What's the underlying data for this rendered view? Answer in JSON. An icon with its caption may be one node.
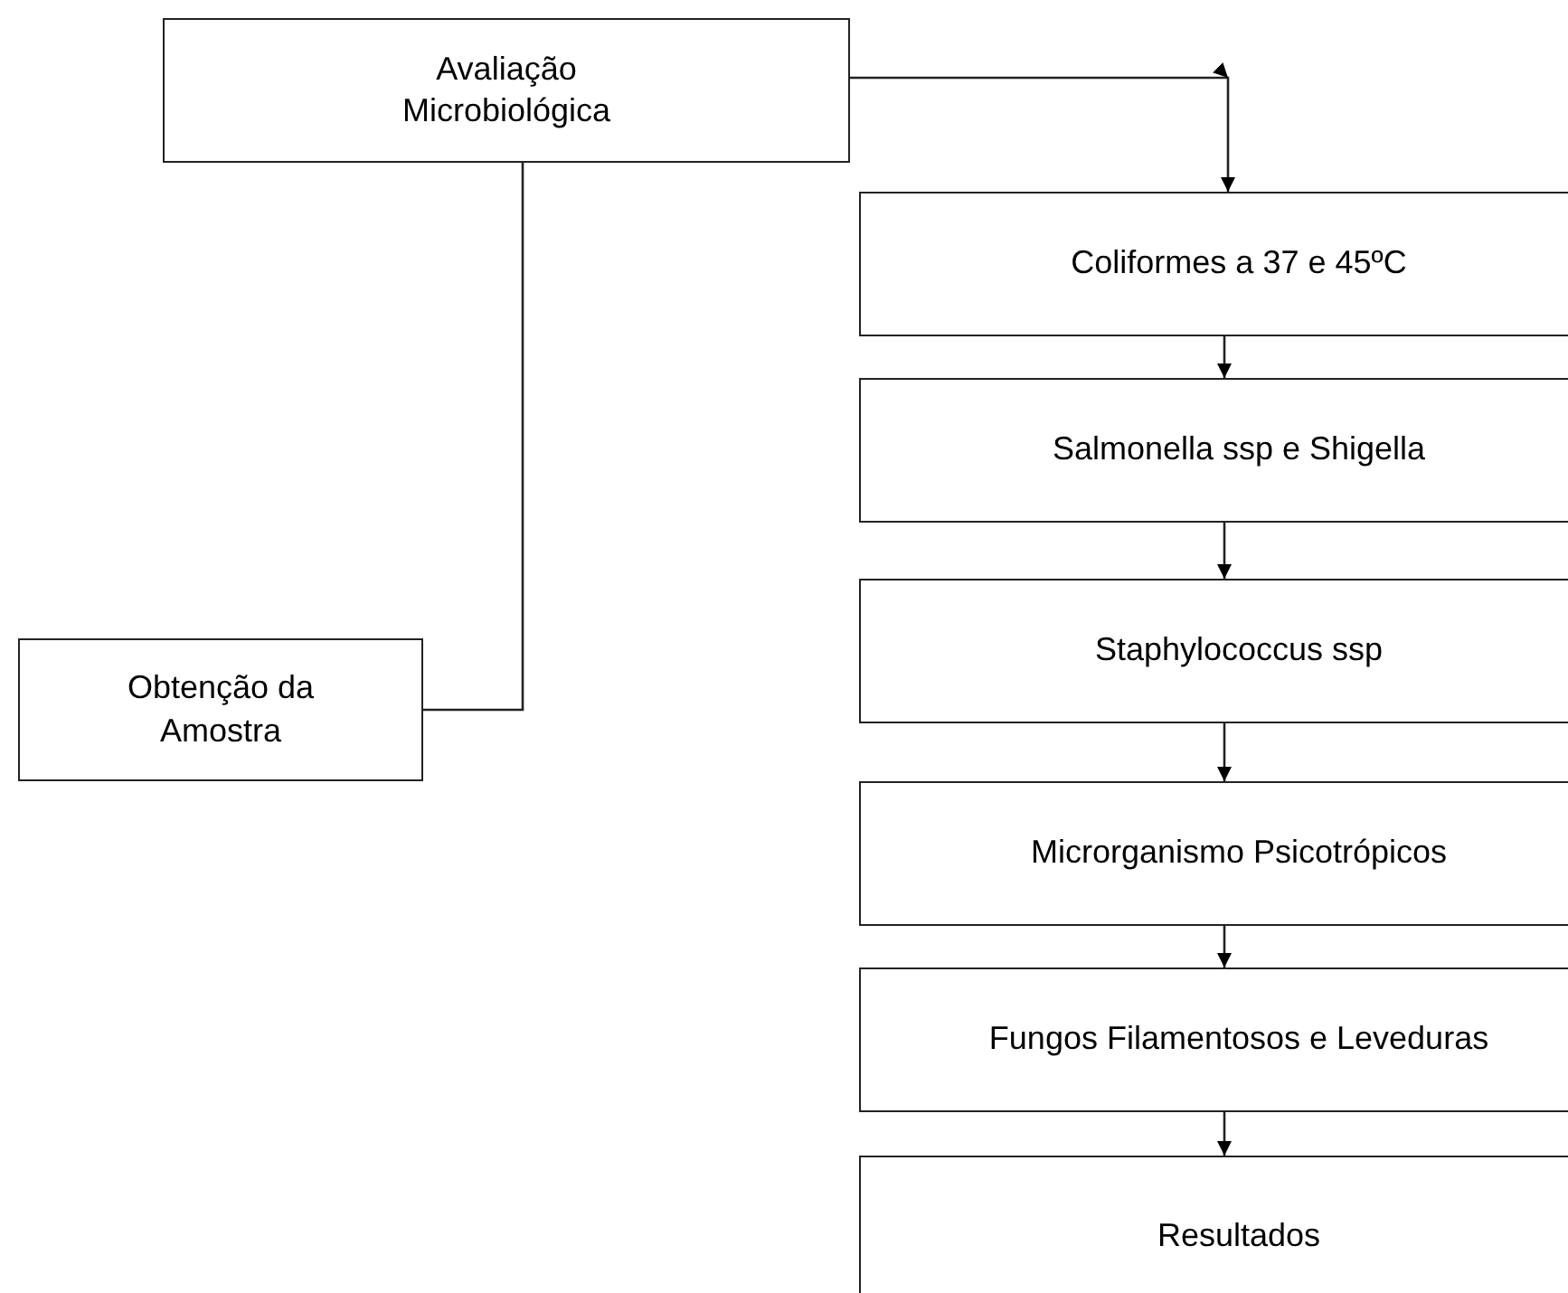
{
  "diagram": {
    "nodes": [
      {
        "text": [
          "Avaliação Microbiológica"
        ]
      },
      {
        "text": [
          "Obtenção da Amostra"
        ]
      },
      {
        "text": [
          "Coliformes a 37 e 45ºC"
        ]
      },
      {
        "text": [
          "Salmonella ssp e Shigella"
        ]
      },
      {
        "text": [
          "Staphylococcus ssp"
        ]
      },
      {
        "text": [
          "Microrganismo Psicotrópicos"
        ]
      },
      {
        "text": [
          "Fungos Filamentosos e Leveduras"
        ]
      },
      {
        "text": [
          "Resultados"
        ]
      }
    ],
    "edges": [
      {
        "from": 1,
        "to": 0,
        "arrow": "none"
      },
      {
        "from": 0,
        "to": 2,
        "arrow": "to"
      },
      {
        "from": 2,
        "to": 3,
        "arrow": "to"
      },
      {
        "from": 3,
        "to": 4,
        "arrow": "to"
      },
      {
        "from": 4,
        "to": 5,
        "arrow": "to"
      },
      {
        "from": 5,
        "to": 6,
        "arrow": "to"
      },
      {
        "from": 6,
        "to": 7,
        "arrow": "to"
      }
    ]
  }
}
